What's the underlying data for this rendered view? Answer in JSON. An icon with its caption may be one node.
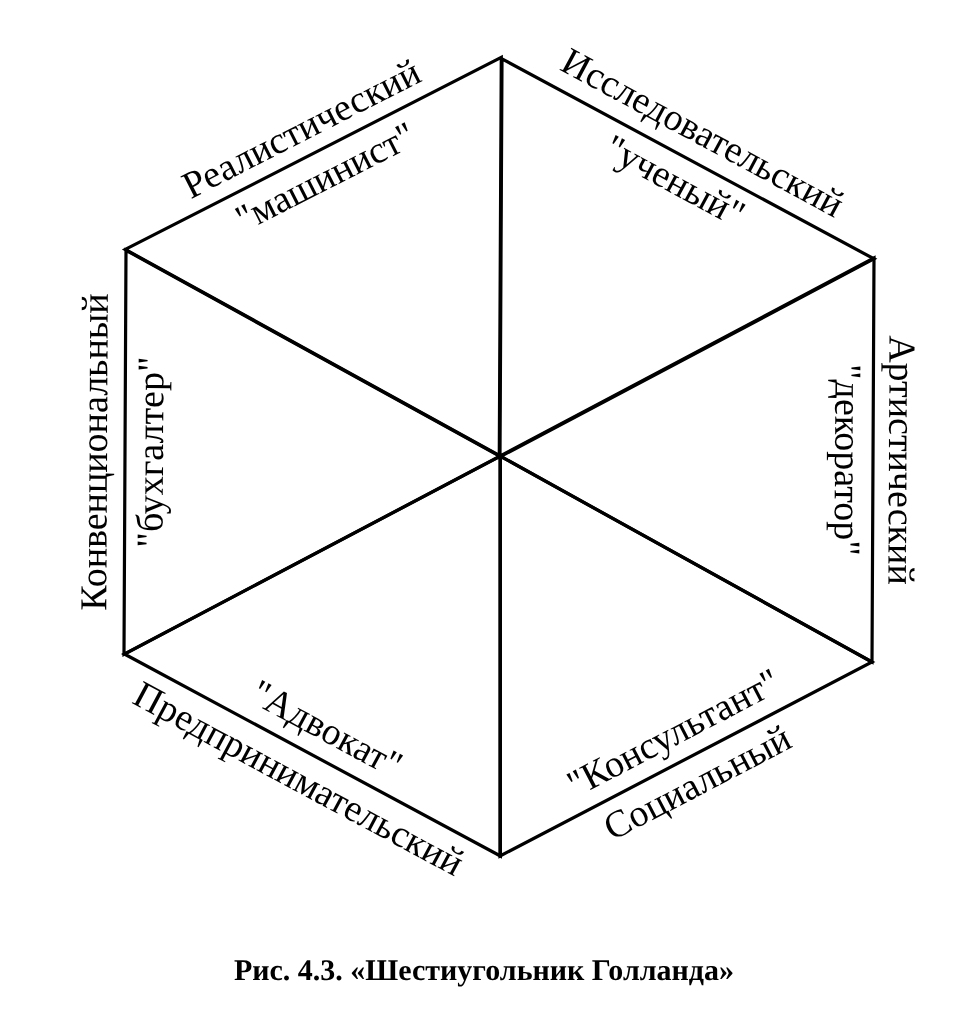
{
  "diagram": {
    "caption": "Рис. 4.3. «Шестиугольник Голланда»",
    "nodes": [
      {
        "text": [
          "Реалистический",
          "\"машинист\""
        ]
      },
      {
        "text": [
          "Исследовательский",
          "\"ученый\""
        ]
      },
      {
        "text": [
          "Артистический",
          "\"декоратор\""
        ]
      },
      {
        "text": [
          "Социальный",
          "\"Консультант\""
        ]
      },
      {
        "text": [
          "Предпринимательский",
          "\"Адвокат\""
        ]
      },
      {
        "text": [
          "Конвенциональный",
          "\"бухгалтер\""
        ]
      }
    ]
  }
}
